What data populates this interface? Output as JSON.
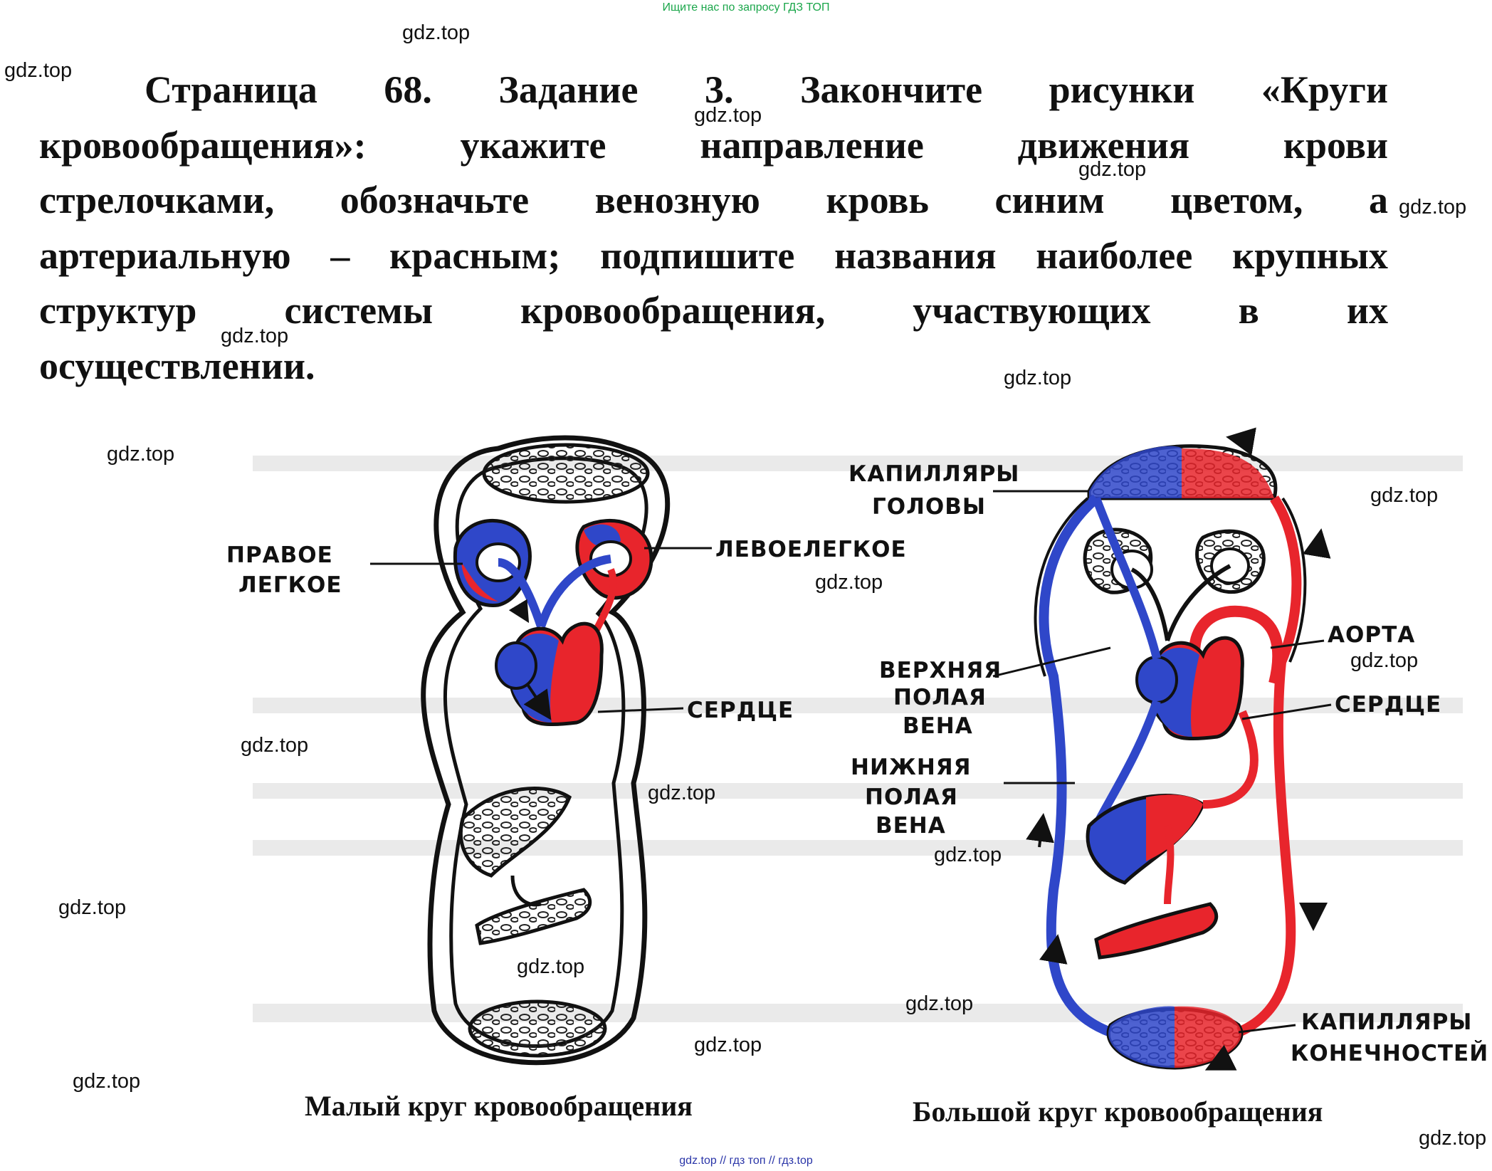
{
  "top_banner": "Ищите нас по запросу ГДЗ ТОП",
  "task_lines": [
    [
      "Страница",
      "68.",
      "Задание",
      "3.",
      "Закончите",
      "рисунки",
      "«Круги"
    ],
    [
      "кровообращения»:",
      "укажите",
      "направление",
      "движения",
      "крови"
    ],
    [
      "стрелочками,",
      "обозначьте",
      "венозную",
      "кровь",
      "синим",
      "цветом,",
      "а"
    ],
    [
      "артериальную",
      "–",
      "красным;",
      "подпишите",
      "названия",
      "наиболее",
      "крупных"
    ],
    [
      "структур",
      "системы",
      "кровообращения,",
      "участвующих",
      "в",
      "их"
    ],
    [
      "осуществлении."
    ]
  ],
  "watermark": "gdz.top",
  "small_circle": {
    "caption": "Малый круг кровообращения",
    "labels": {
      "right_lung": [
        "ПРАВОЕ",
        "ЛЕГКОЕ"
      ],
      "left_lung": "ЛЕВОЕЛЕГКОЕ",
      "heart": "СЕРДЦЕ"
    }
  },
  "large_circle": {
    "caption": "Большой круг кровообращения",
    "labels": {
      "head_capillaries": [
        "КАПИЛЛЯРЫ",
        "ГОЛОВЫ"
      ],
      "aorta": "АОРТА",
      "superior_vena_cava": [
        "ВЕРХНЯЯ",
        "ПОЛАЯ",
        "ВЕНА"
      ],
      "heart": "СЕРДЦЕ",
      "inferior_vena_cava": [
        "НИЖНЯЯ",
        "ПОЛАЯ",
        "ВЕНА"
      ],
      "limb_capillaries": [
        "КАПИЛЛЯРЫ",
        "КОНЕЧНОСТЕЙ"
      ]
    }
  },
  "colors": {
    "venous": "#2f47c9",
    "arterial": "#e8252c",
    "watermark_banner": "#1aa64a",
    "footer": "#2a35a8"
  },
  "footer": "gdz.top // гдз топ // гдз.top"
}
